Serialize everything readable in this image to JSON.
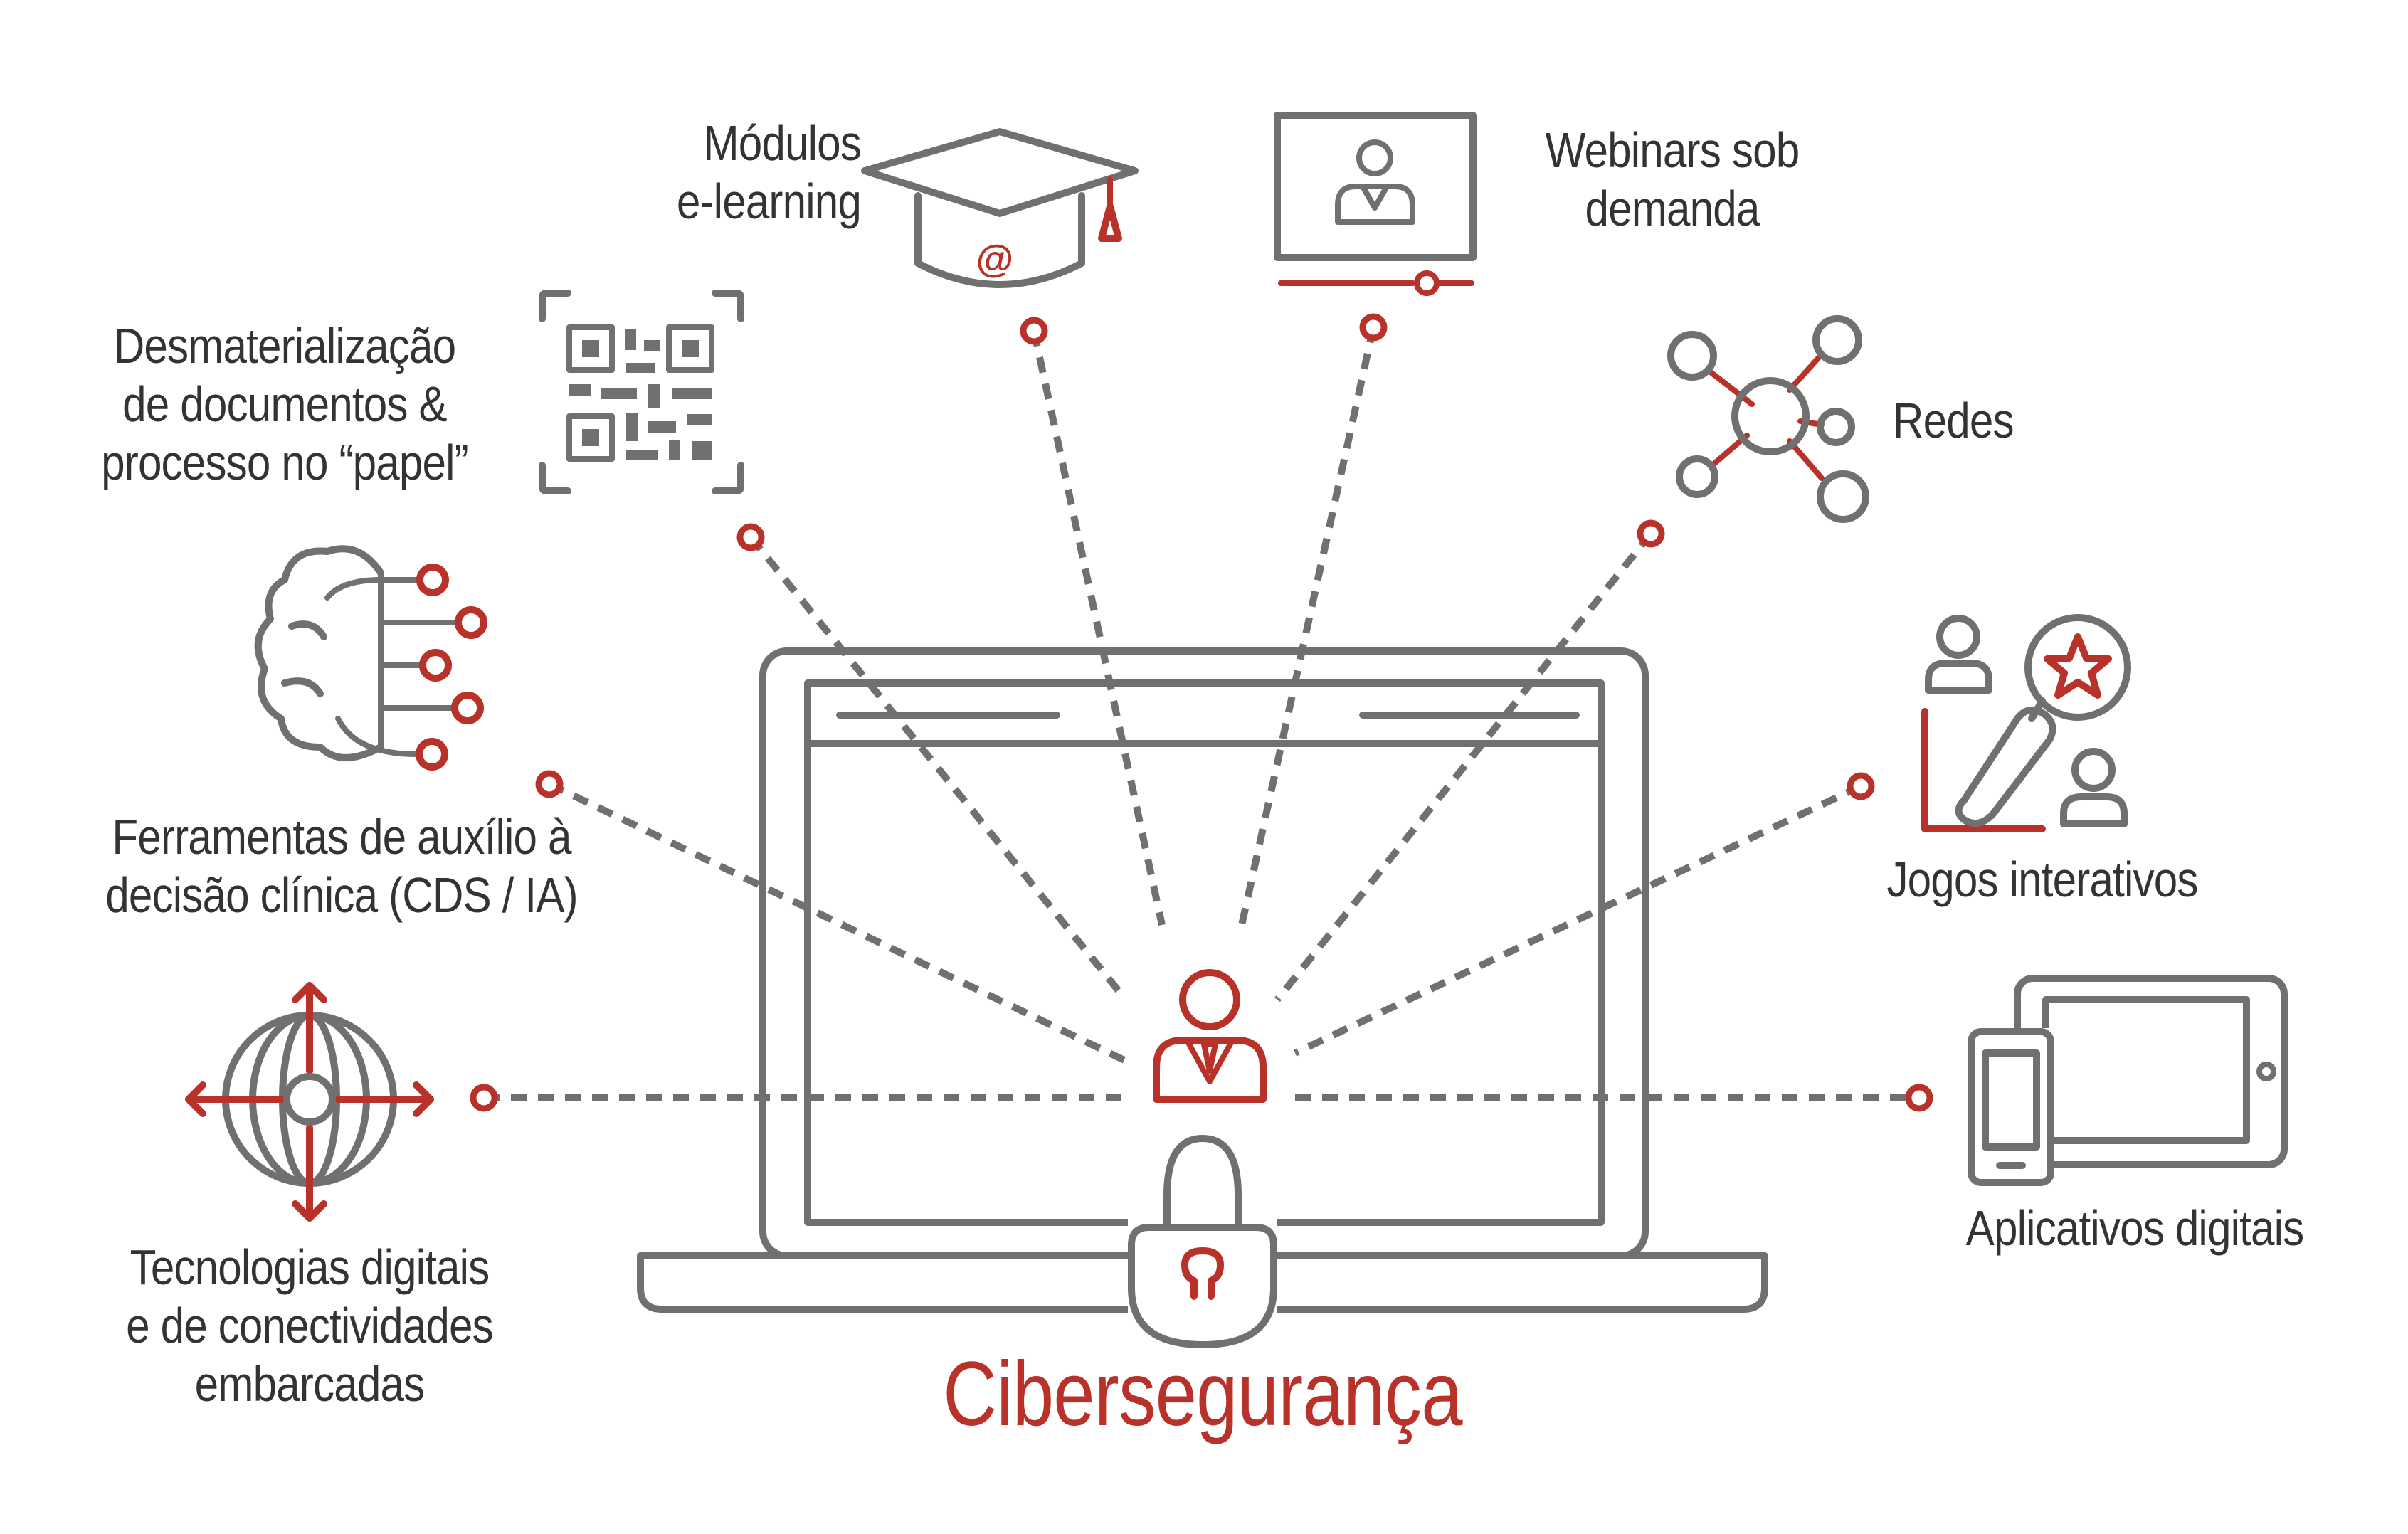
{
  "colors": {
    "gray": "#707070",
    "red": "#b8322a",
    "text": "#333333"
  },
  "title": "Cibersegurança",
  "nodes": [
    {
      "id": "e-learning",
      "icon": "graduation-cap-icon",
      "lines": [
        "Módulos",
        "e-learning"
      ]
    },
    {
      "id": "webinars",
      "icon": "webinar-screen-icon",
      "lines": [
        "Webinars sob",
        "demanda"
      ]
    },
    {
      "id": "dematerialization",
      "icon": "qr-code-icon",
      "lines": [
        "Desmaterialização",
        "de documentos &",
        "processo no “papel”"
      ]
    },
    {
      "id": "networks",
      "icon": "network-icon",
      "lines": [
        "Redes"
      ]
    },
    {
      "id": "cds",
      "icon": "brain-circuit-icon",
      "lines": [
        "Ferramentas de auxílio à",
        "decisão clínica (CDS / IA)"
      ]
    },
    {
      "id": "games",
      "icon": "interactive-games-icon",
      "lines": [
        "Jogos interativos"
      ]
    },
    {
      "id": "embedded",
      "icon": "globe-arrows-icon",
      "lines": [
        "Tecnologias digitais",
        "e de conectividades",
        "embarcadas"
      ]
    },
    {
      "id": "apps",
      "icon": "tablet-phone-icon",
      "lines": [
        "Aplicativos digitais"
      ]
    }
  ],
  "center": {
    "icon": "user-icon",
    "lock_icon": "padlock-icon",
    "device_icon": "laptop-icon"
  }
}
